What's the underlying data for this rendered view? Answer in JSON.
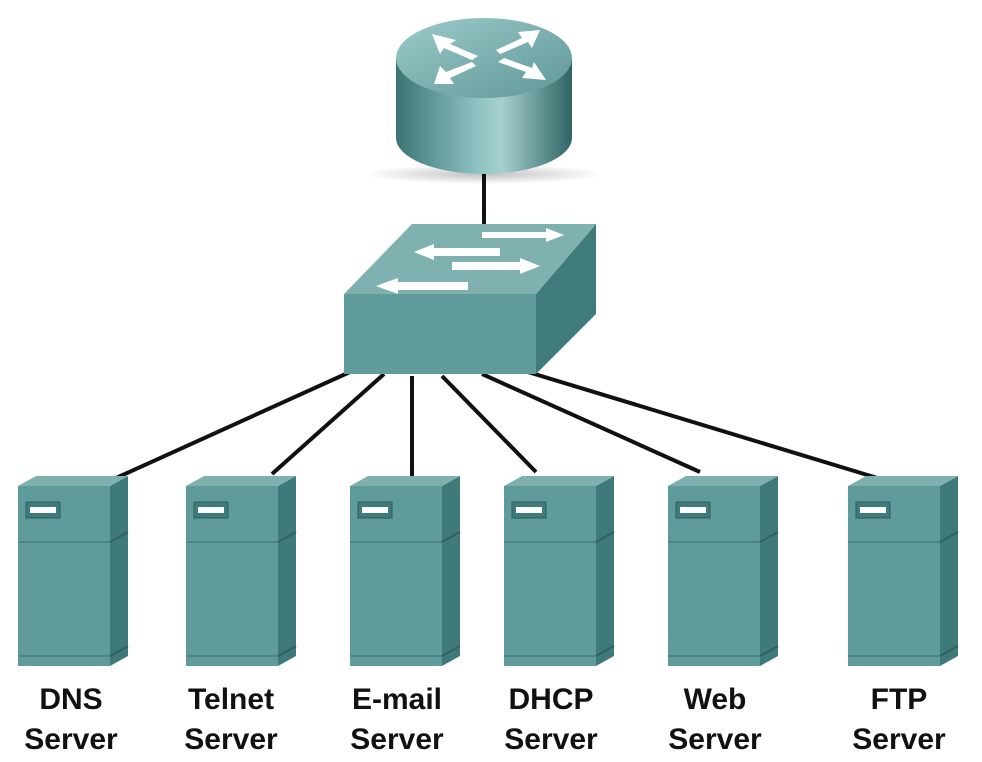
{
  "colors": {
    "device_top": "#7fb0b0",
    "device_front": "#5f9b9a",
    "device_side": "#3f7a7a",
    "cable": "#111111",
    "arrow": "#ffffff"
  },
  "devices": {
    "router": {
      "icon": "router-icon"
    },
    "switch": {
      "icon": "switch-icon"
    }
  },
  "servers": [
    {
      "line1": "DNS",
      "line2": "Server",
      "icon": "server-icon"
    },
    {
      "line1": "Telnet",
      "line2": "Server",
      "icon": "server-icon"
    },
    {
      "line1": "E-mail",
      "line2": "Server",
      "icon": "server-icon"
    },
    {
      "line1": "DHCP",
      "line2": "Server",
      "icon": "server-icon"
    },
    {
      "line1": "Web",
      "line2": "Server",
      "icon": "server-icon"
    },
    {
      "line1": "FTP",
      "line2": "Server",
      "icon": "server-icon"
    }
  ]
}
